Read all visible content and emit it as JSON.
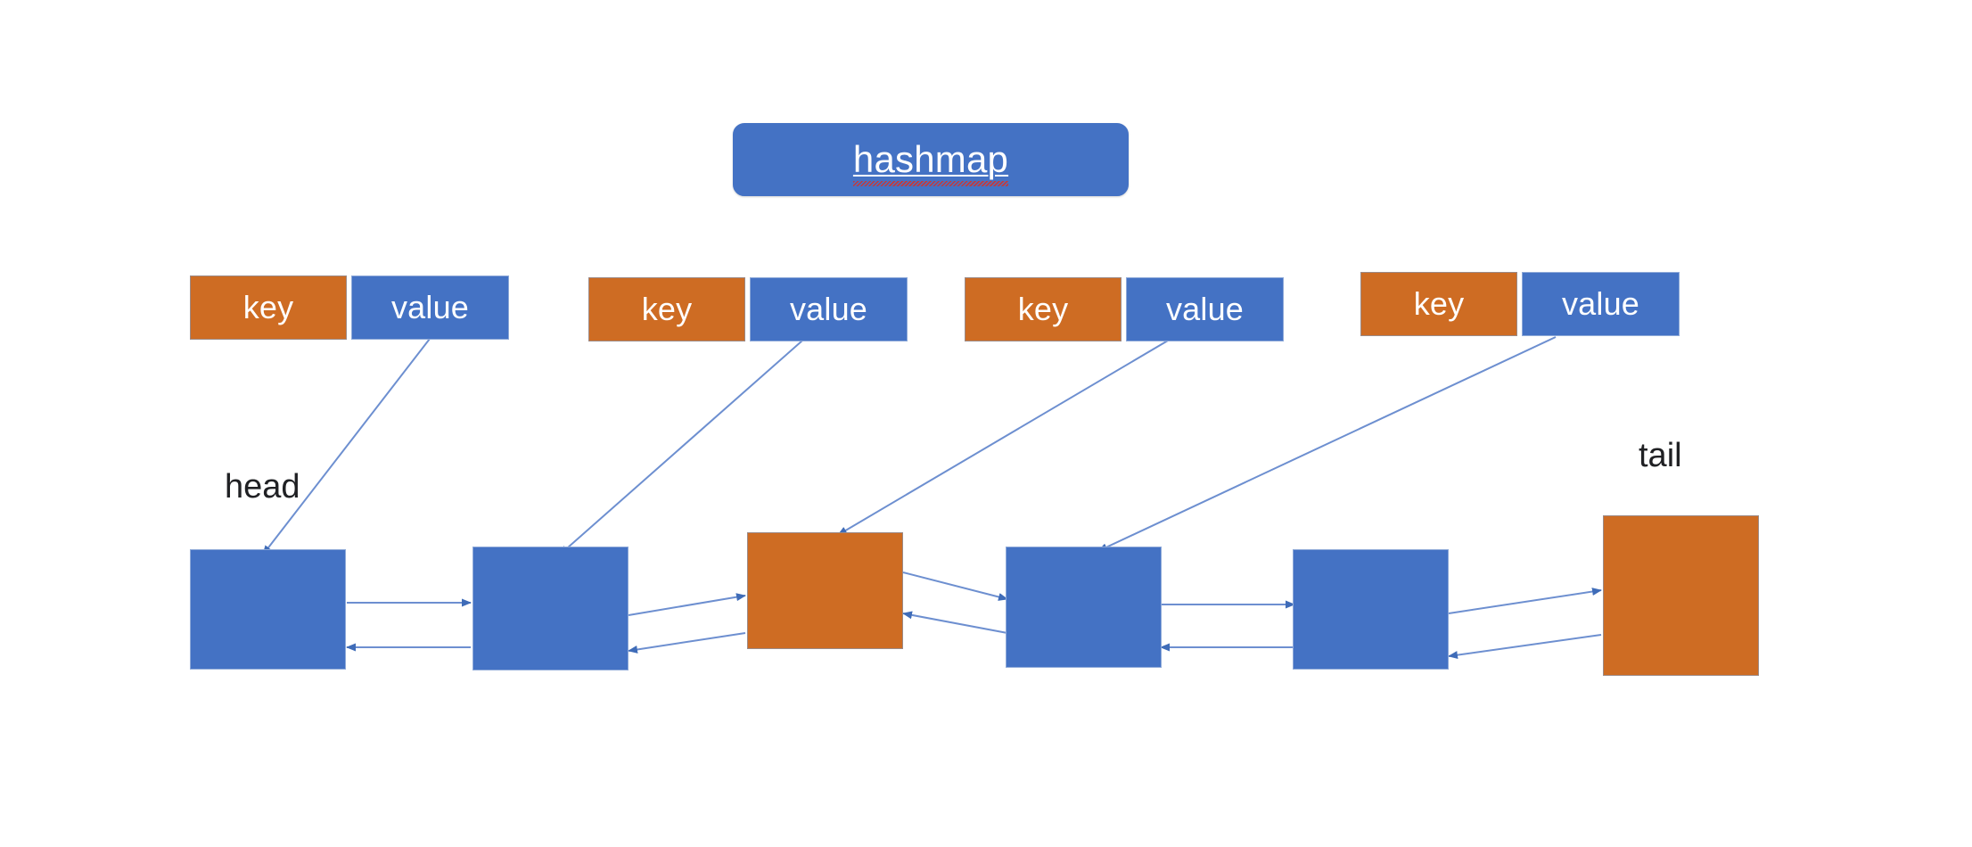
{
  "diagram": {
    "title_box": {
      "label": "hashmap",
      "spellcheck_underline": true,
      "color": "#4472c4",
      "text_color": "#ffffff"
    },
    "palette": {
      "blue": "#4472c4",
      "orange": "#ce6c23",
      "connector": "#5b7fc7",
      "text_dark": "#202124",
      "background": "#ffffff",
      "spellcheck_red": "#d93025"
    },
    "entries": [
      {
        "key_label": "key",
        "value_label": "value"
      },
      {
        "key_label": "key",
        "value_label": "value"
      },
      {
        "key_label": "key",
        "value_label": "value"
      },
      {
        "key_label": "key",
        "value_label": "value"
      }
    ],
    "annotations": {
      "head": "head",
      "tail": "tail"
    },
    "list_nodes": [
      {
        "fill": "blue",
        "label": ""
      },
      {
        "fill": "blue",
        "label": ""
      },
      {
        "fill": "orange",
        "label": ""
      },
      {
        "fill": "blue",
        "label": ""
      },
      {
        "fill": "blue",
        "label": ""
      },
      {
        "fill": "orange",
        "label": ""
      }
    ]
  }
}
